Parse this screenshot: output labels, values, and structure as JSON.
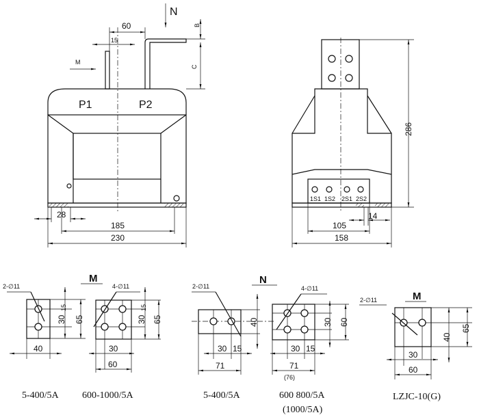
{
  "front_view": {
    "terminal_p1": "P1",
    "terminal_p2": "P2",
    "dim_60": "60",
    "dim_15": "15",
    "dim_b": "B",
    "dim_c": "C",
    "arrow_n": "N",
    "arrow_m": "M",
    "dim_28": "28",
    "dim_185": "185",
    "dim_230": "230"
  },
  "side_view": {
    "terminals": [
      "1S1",
      "1S2",
      "2S1",
      "2S2"
    ],
    "dim_286": "286",
    "dim_14": "14",
    "dim_105": "105",
    "dim_158": "158"
  },
  "details": {
    "group_m_title": "M",
    "group_n_title": "N",
    "group_m2_title": "M",
    "plate1": {
      "holes": "2-∅11",
      "d15": "15",
      "d30": "30",
      "d65": "65",
      "d40": "40",
      "caption": "5-400/5A"
    },
    "plate2": {
      "holes": "4-∅11",
      "d15": "15",
      "d30": "30",
      "d65": "65",
      "dw30": "30",
      "d60": "60",
      "caption": "600-1000/5A"
    },
    "plate3": {
      "holes": "2-∅11",
      "d40": "40",
      "d30": "30",
      "d15": "15",
      "d71": "71",
      "caption": "5-400/5A"
    },
    "plate4": {
      "holes": "4-∅11",
      "d30": "30",
      "d60": "60",
      "dw30": "30",
      "d15": "15",
      "d71": "71",
      "d76": "(76)",
      "caption": "600 800/5A",
      "caption2": "(1000/5A)"
    },
    "plate5": {
      "holes": "2-∅11",
      "d40": "40",
      "d65": "65",
      "d30": "30",
      "d60": "60",
      "caption": "LZJC-10(G)"
    }
  }
}
